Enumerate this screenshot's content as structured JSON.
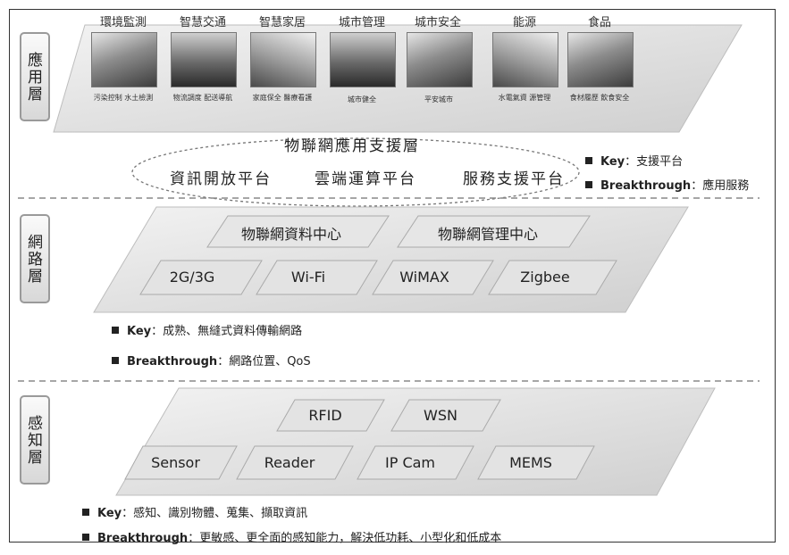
{
  "layers": {
    "application": "應用層",
    "network": "網路層",
    "perception": "感知層"
  },
  "applications": [
    {
      "title": "環境監測",
      "caption": "污染控制 水土檢測"
    },
    {
      "title": "智慧交通",
      "caption": "物流調度 配送導航"
    },
    {
      "title": "智慧家居",
      "caption": "家庭保全 醫療看護"
    },
    {
      "title": "城市管理",
      "caption": "城市健全"
    },
    {
      "title": "城市安全",
      "caption": "平安城市"
    },
    {
      "title": "能源",
      "caption": "水電氣資 源管理"
    },
    {
      "title": "食品",
      "caption": "食材履歷 飲食安全"
    }
  ],
  "support_layer": {
    "title": "物聯網應用支援層",
    "platforms": [
      "資訊開放平台",
      "雲端運算平台",
      "服務支援平台"
    ],
    "key_label": "Key",
    "key_text": "支援平台",
    "breakthrough_label": "Breakthrough",
    "breakthrough_text": "應用服務"
  },
  "network_layer": {
    "centers": [
      "物聯網資料中心",
      "物聯網管理中心"
    ],
    "tech": [
      "2G/3G",
      "Wi-Fi",
      "WiMAX",
      "Zigbee"
    ],
    "key_label": "Key",
    "key_text": "成熟、無縫式資料傳輸網路",
    "breakthrough_label": "Breakthrough",
    "breakthrough_text": "網路位置、QoS"
  },
  "perception_layer": {
    "top": [
      "RFID",
      "WSN"
    ],
    "bottom": [
      "Sensor",
      "Reader",
      "IP Cam",
      "MEMS"
    ],
    "key_label": "Key",
    "key_text": "感知、識別物體、蒐集、擷取資訊",
    "breakthrough_label": "Breakthrough",
    "breakthrough_text": "更敏感、更全面的感知能力，解決低功耗、小型化和低成本"
  }
}
